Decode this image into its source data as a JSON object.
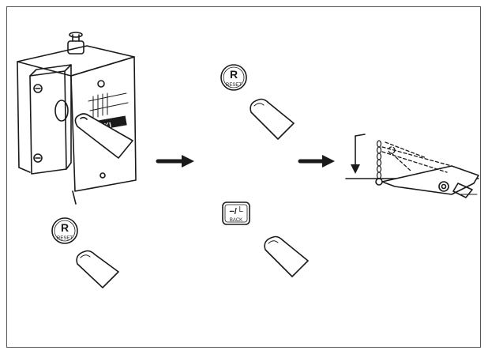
{
  "figure": {
    "reset_button_top": {
      "letter": "R",
      "caption": "RESET"
    },
    "reset_button_bottom": {
      "letter": "R",
      "caption": "RESET"
    },
    "back_button": {
      "symbol": "−/└",
      "caption": "BACK"
    },
    "machine_label": "JUKI"
  },
  "colors": {
    "line": "#1a1a1a",
    "background": "#ffffff",
    "frame": "#555555"
  }
}
